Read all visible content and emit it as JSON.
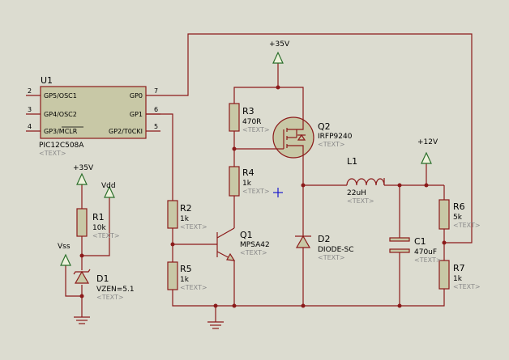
{
  "colors": {
    "background": "#dcdcd0",
    "wire": "#8b1a1a",
    "body": "#c8c8a6",
    "terminal": "#2a6e2a",
    "cursor": "#1a1acc"
  },
  "u1": {
    "ref": "U1",
    "part": "PIC12C508A",
    "text": "<TEXT>",
    "left_pins": [
      {
        "num": "2",
        "name": "GP5/OSC1"
      },
      {
        "num": "3",
        "name": "GP4/OSC2"
      },
      {
        "num": "4",
        "name": "GP3/MCLR"
      }
    ],
    "right_pins": [
      {
        "num": "7",
        "name": "GP0"
      },
      {
        "num": "6",
        "name": "GP1"
      },
      {
        "num": "5",
        "name": "GP2/T0CKI"
      }
    ]
  },
  "terminals": {
    "vcc35_top": "+35V",
    "vcc35_left": "+35V",
    "vcc12": "+12V",
    "vdd": "Vdd",
    "vss": "Vss"
  },
  "components": {
    "r1": {
      "ref": "R1",
      "value": "10k",
      "text": "<TEXT>"
    },
    "d1": {
      "ref": "D1",
      "value": "VZEN=5.1",
      "text": "<TEXT>"
    },
    "r2": {
      "ref": "R2",
      "value": "1k",
      "text": "<TEXT>"
    },
    "r5": {
      "ref": "R5",
      "value": "1k",
      "text": "<TEXT>"
    },
    "r3": {
      "ref": "R3",
      "value": "470R",
      "text": "<TEXT>"
    },
    "r4": {
      "ref": "R4",
      "value": "1k",
      "text": "<TEXT>"
    },
    "q1": {
      "ref": "Q1",
      "value": "MPSA42",
      "text": "<TEXT>"
    },
    "q2": {
      "ref": "Q2",
      "value": "IRFP9240",
      "text": "<TEXT>"
    },
    "l1": {
      "ref": "L1",
      "value": "22uH",
      "text": "<TEXT>"
    },
    "d2": {
      "ref": "D2",
      "value": "DIODE-SC",
      "text": "<TEXT>"
    },
    "c1": {
      "ref": "C1",
      "value": "470uF",
      "text": "<TEXT>"
    },
    "r6": {
      "ref": "R6",
      "value": "5k",
      "text": "<TEXT>"
    },
    "r7": {
      "ref": "R7",
      "value": "1k",
      "text": "<TEXT>"
    }
  }
}
